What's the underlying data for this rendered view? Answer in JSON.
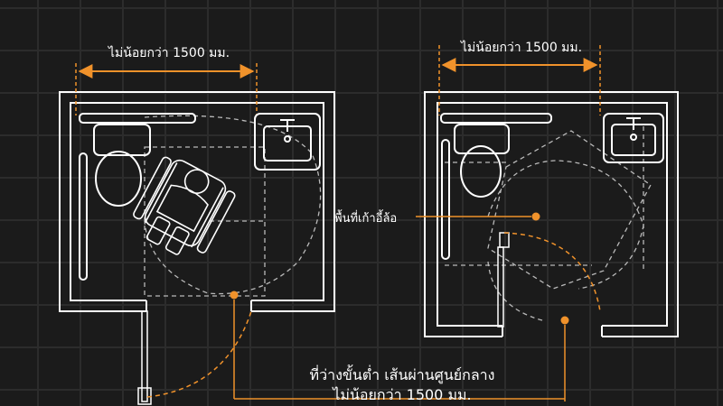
{
  "labels": {
    "dim_left": "ไม่น้อยกว่า 1500 มม.",
    "dim_right": "ไม่น้อยกว่า 1500 มม.",
    "wheelchair_area": "พื้นที่เก้าอี้ล้อ",
    "caption_line1": "ที่ว่างขั้นต่ำ เส้นผ่านศูนย์กลาง",
    "caption_line2": "ไม่น้อยกว่า 1500 มม."
  },
  "colors": {
    "background": "#1b1b1b",
    "grid": "#2c2c2c",
    "wall": "#ffffff",
    "accent": "#f0922b",
    "dashed": "#b9b9b9"
  },
  "icons": [
    "toilet-icon",
    "sink-icon",
    "wheelchair-icon",
    "grab-bar-icon",
    "door-icon"
  ]
}
